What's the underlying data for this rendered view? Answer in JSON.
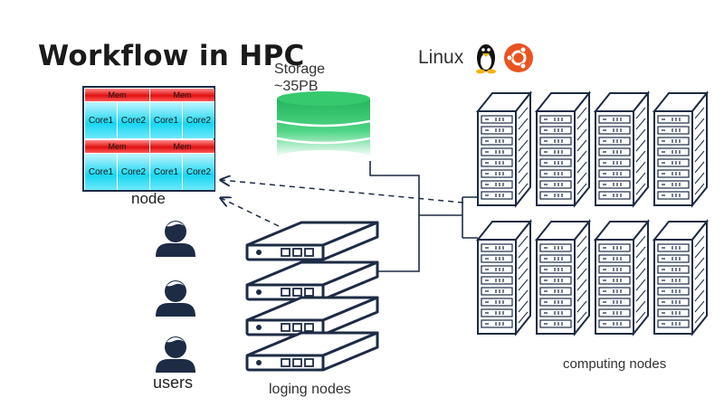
{
  "title": "Workflow in HPC",
  "storage": {
    "line1": "Storage",
    "line2": "~35PB"
  },
  "os_label": "Linux",
  "node": {
    "label": "node",
    "sockets": [
      {
        "mem": "Mem",
        "cores": [
          "Core1",
          "Core2"
        ]
      },
      {
        "mem": "Mem",
        "cores": [
          "Core1",
          "Core2"
        ]
      },
      {
        "mem": "Mem",
        "cores": [
          "Core1",
          "Core2"
        ]
      },
      {
        "mem": "Mem",
        "cores": [
          "Core1",
          "Core2"
        ]
      }
    ]
  },
  "users_label": "users",
  "login_label": "loging nodes",
  "compute_label": "computing nodes",
  "colors": {
    "navy": "#1d2b45",
    "mem_red": "#e01010",
    "core_cyan": "#18d7f2",
    "storage_green": "#2fc56a",
    "ubuntu_orange": "#e95420"
  }
}
